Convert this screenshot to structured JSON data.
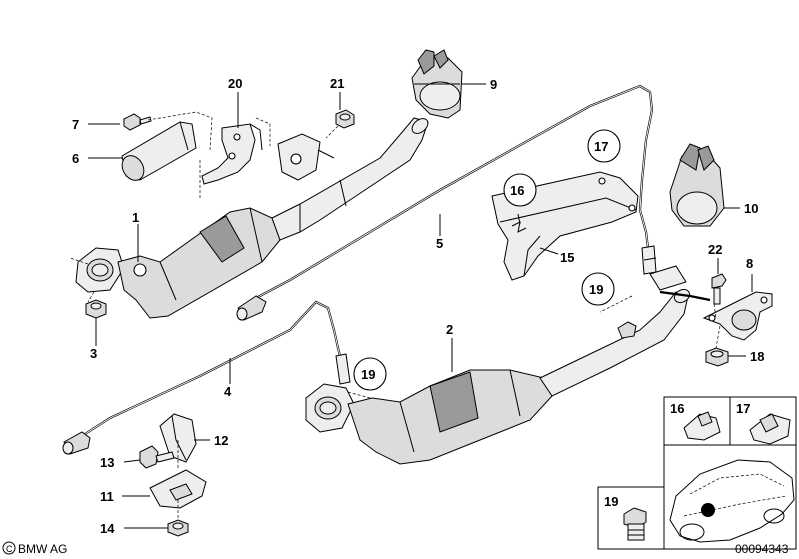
{
  "callouts": {
    "c1": "1",
    "c2": "2",
    "c3": "3",
    "c4": "4",
    "c5": "5",
    "c6": "6",
    "c7": "7",
    "c8": "8",
    "c9": "9",
    "c10": "10",
    "c11": "11",
    "c12": "12",
    "c13": "13",
    "c14": "14",
    "c15": "15",
    "c16": "16",
    "c17": "17",
    "c18": "18",
    "c19": "19",
    "c20": "20",
    "c21": "21",
    "c22": "22",
    "c16_main": "16",
    "c17_main": "17",
    "c19_upper": "19",
    "c19_lower": "19"
  },
  "inset": {
    "label_16": "16",
    "label_17": "17",
    "label_19": "19"
  },
  "footer": {
    "brand": "BMW AG",
    "diagram_number": "00094343"
  }
}
